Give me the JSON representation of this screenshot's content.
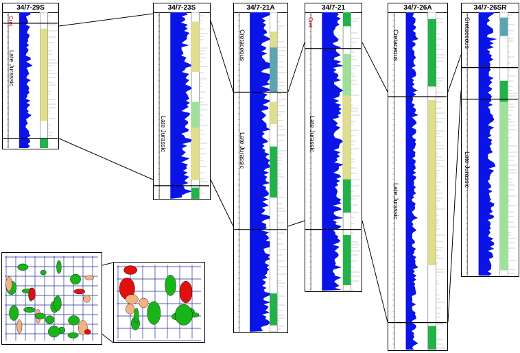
{
  "wells": [
    {
      "name": "34/7-29S",
      "zones": [
        "Late Jurassic"
      ],
      "red_label": "Cret"
    },
    {
      "name": "34/7-23S",
      "zones": [
        "Late Jurassic"
      ],
      "red_label": ""
    },
    {
      "name": "34/7-21A",
      "zones": [
        "Cretaceous",
        "Late Jurassic"
      ],
      "red_label": ""
    },
    {
      "name": "34/7-21",
      "zones": [
        "Late Jurassic"
      ],
      "red_label": "Cret"
    },
    {
      "name": "34/7-26A",
      "zones": [
        "Cretaceous",
        "Late Jurassic"
      ],
      "red_label": ""
    },
    {
      "name": "34/7-26SR",
      "zones": [
        "Cretaceous",
        "Late Jurassic"
      ],
      "red_label": ""
    }
  ],
  "colors": {
    "gamma_log": "#0a14e6",
    "sandstone": "#dede8c",
    "green_facies": "#22b24a",
    "light_green_facies": "#9ee29a",
    "teal_facies": "#5aa6b0",
    "map_fill": "#f4b184",
    "map_green": "#19b419",
    "map_red": "#e01010",
    "map_lines": "#1e2896"
  }
}
